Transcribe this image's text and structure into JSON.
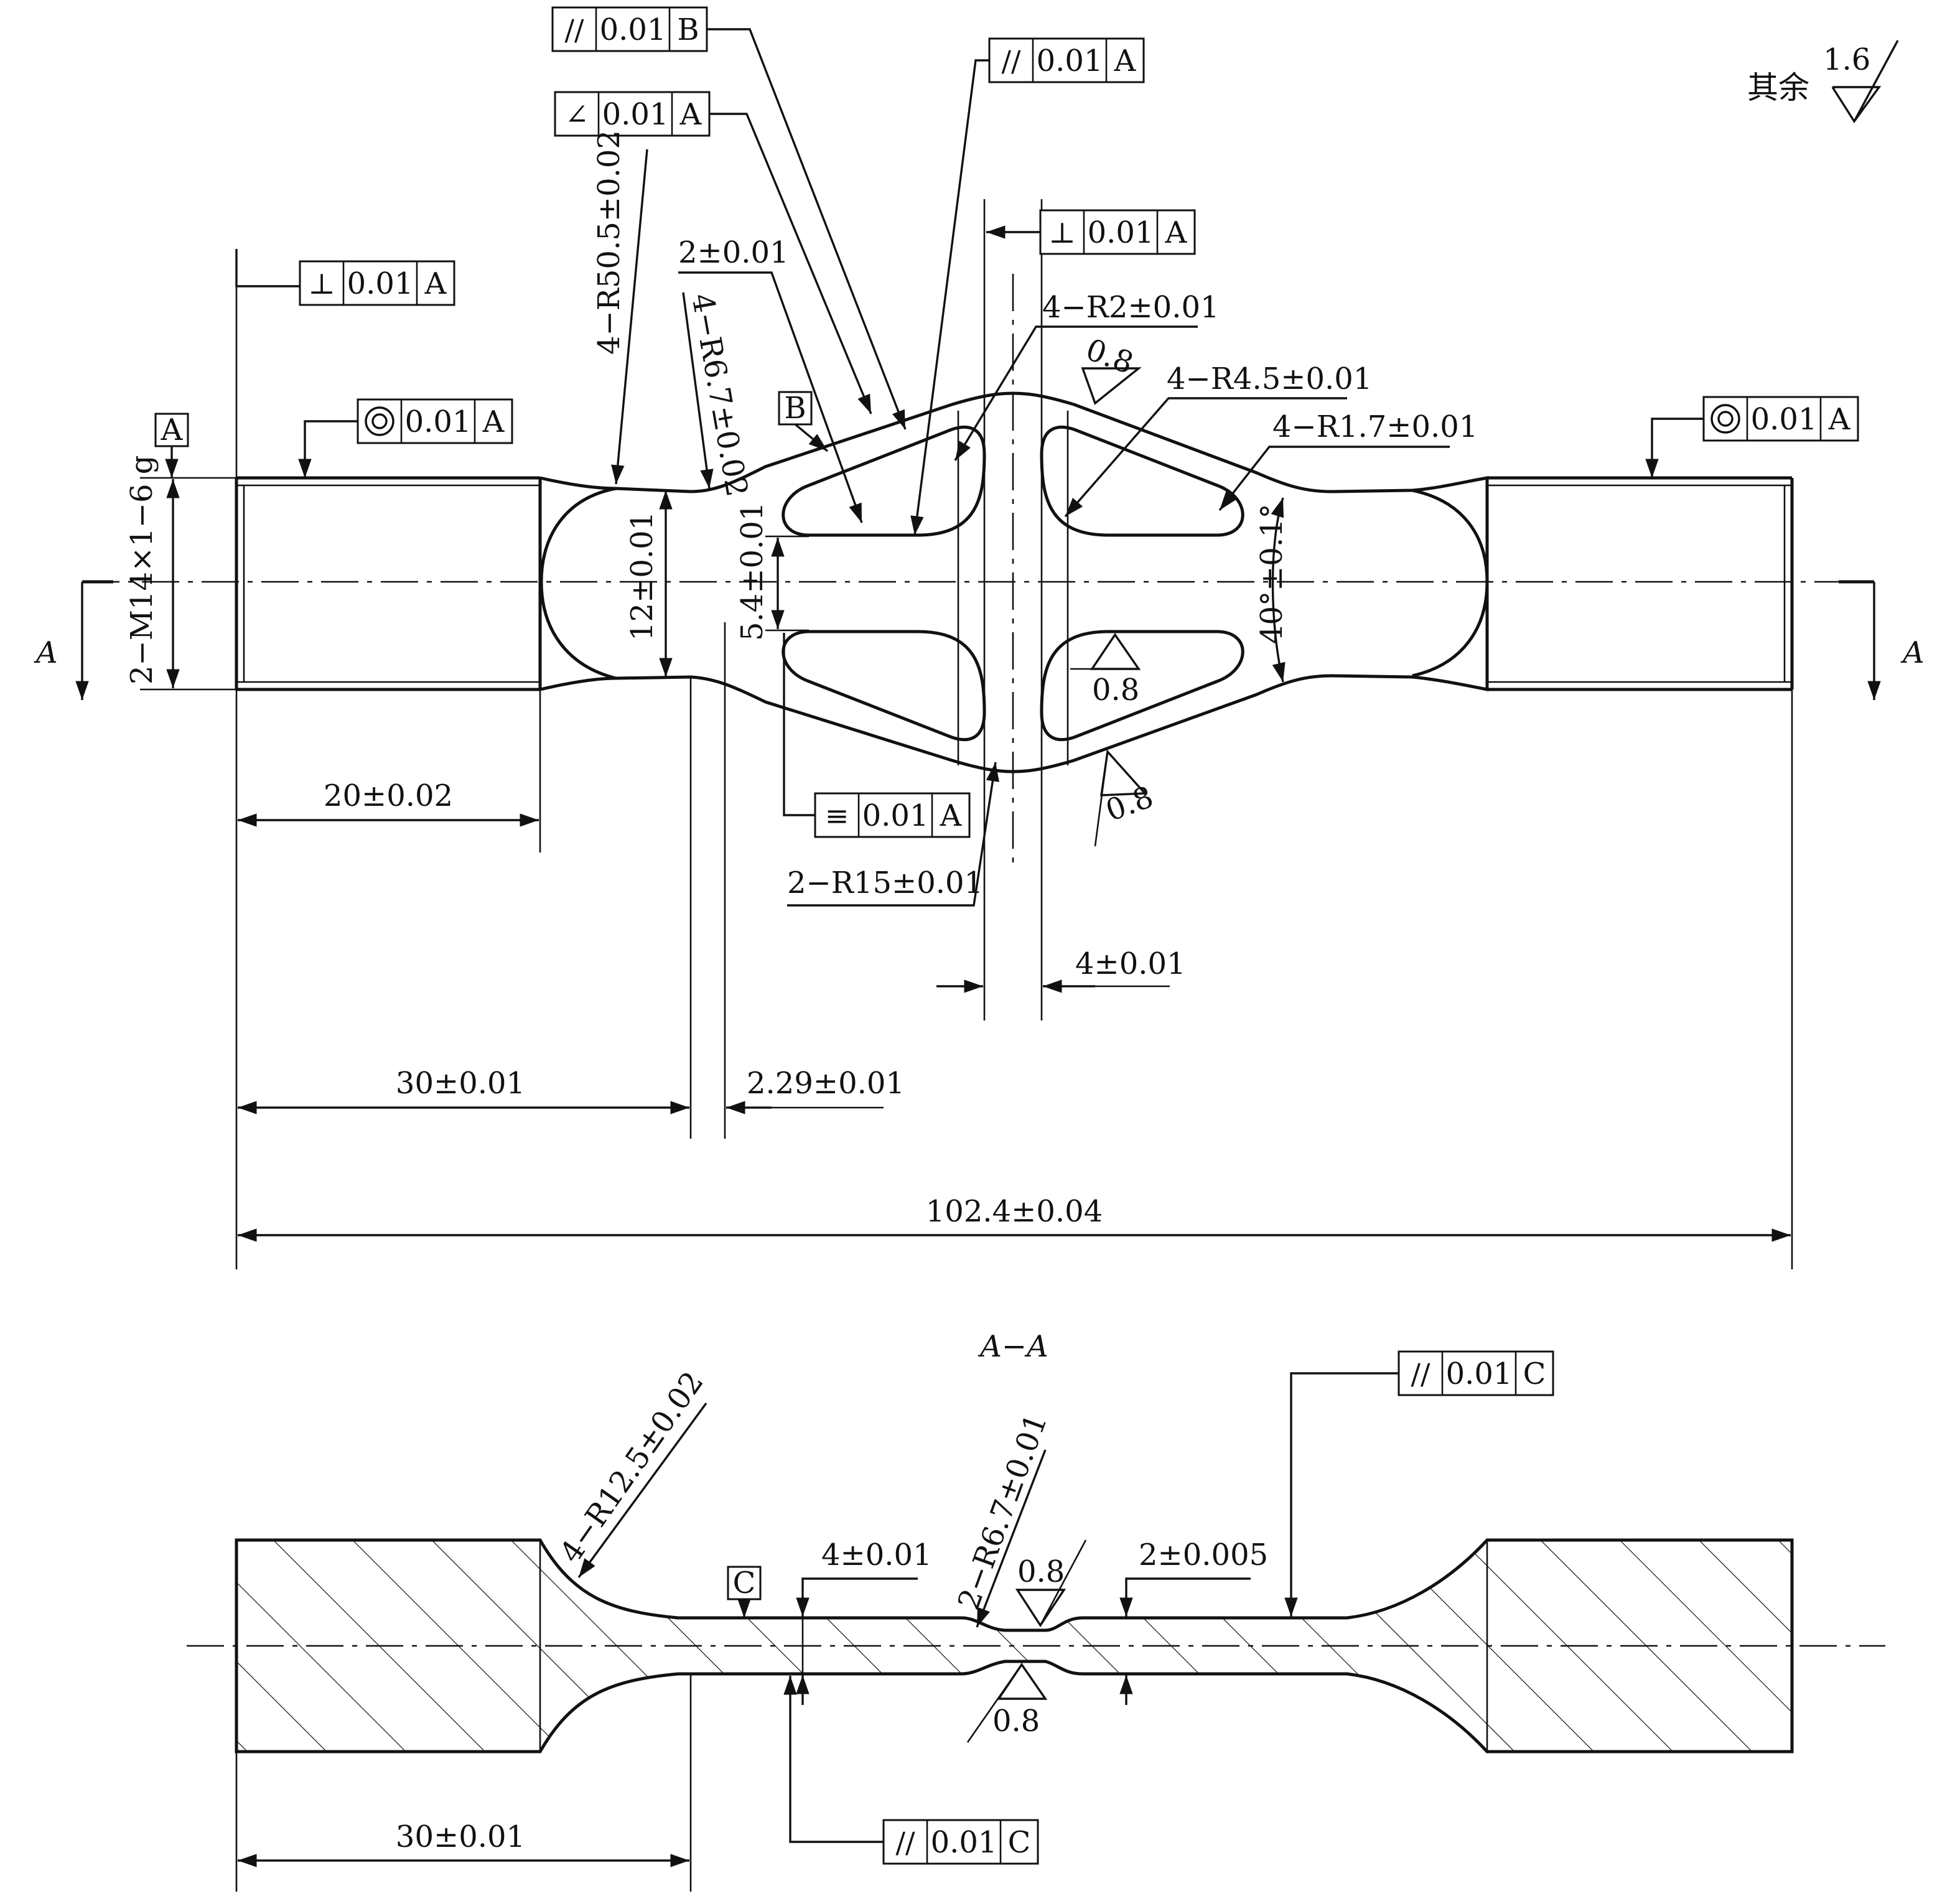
{
  "roughness": {
    "other_label": "其余",
    "other_value": "1.6",
    "local_value": "0.8"
  },
  "section_title": "A−A",
  "section_marks": {
    "left": "A",
    "right": "A"
  },
  "datums": {
    "a": "A",
    "b": "B",
    "c": "C"
  },
  "fcf": {
    "parallel_b": {
      "symbol": "//",
      "tolerance": "0.01",
      "datum": "B"
    },
    "angularity_a": {
      "symbol": "∠",
      "tolerance": "0.01",
      "datum": "A"
    },
    "parallel_a": {
      "symbol": "//",
      "tolerance": "0.01",
      "datum": "A"
    },
    "perp_center": {
      "symbol": "⊥",
      "tolerance": "0.01",
      "datum": "A"
    },
    "perp_left": {
      "symbol": "⊥",
      "tolerance": "0.01",
      "datum": "A"
    },
    "concentric_left": {
      "symbol": "◎",
      "tolerance": "0.01",
      "datum": "A"
    },
    "concentric_right": {
      "symbol": "◎",
      "tolerance": "0.01",
      "datum": "A"
    },
    "symmetry": {
      "symbol": "≡",
      "tolerance": "0.01",
      "datum": "A"
    },
    "parallel_c_top": {
      "symbol": "//",
      "tolerance": "0.01",
      "datum": "C"
    },
    "parallel_c_bottom": {
      "symbol": "//",
      "tolerance": "0.01",
      "datum": "C"
    }
  },
  "dims": {
    "r50": "4−R50.5±0.02",
    "r67": "4−R6.7±0.02",
    "slot": "2±0.01",
    "r2": "4−R2±0.01",
    "r45": "4−R4.5±0.01",
    "r17": "4−R1.7±0.01",
    "thread": "2−M14×1−6 g",
    "dia12": "12±0.01",
    "gap54": "5.4±0.01",
    "angle40": "40°±0.1°",
    "len20": "20±0.02",
    "r15": "2−R15±0.01",
    "web4": "4±0.01",
    "len30": "30±0.01",
    "off229": "2.29±0.01",
    "total": "102.4±0.04",
    "r125": "4−R12.5±0.02",
    "thick4": "4±0.01",
    "r67b": "2−R6.7±0.01",
    "thick2": "2±0.005",
    "len30b": "30±0.01"
  }
}
